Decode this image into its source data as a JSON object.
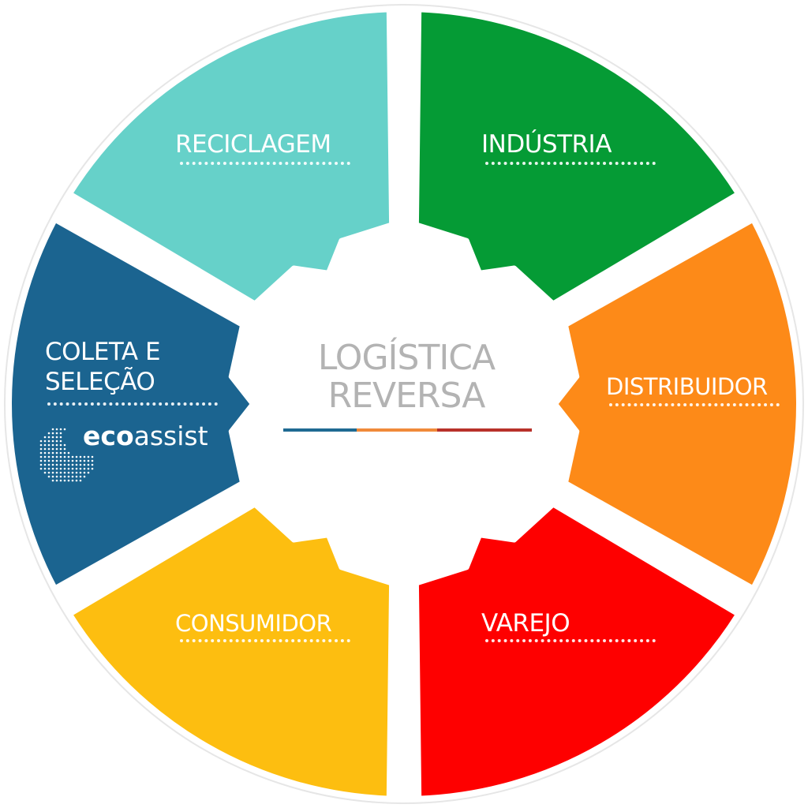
{
  "center": {
    "line1": "LOGÍSTICA",
    "line2": "REVERSA",
    "bar_colors": [
      "#1f6a92",
      "#f08a3a",
      "#b8312a"
    ]
  },
  "segments": [
    {
      "id": "reciclagem",
      "label": "RECICLAGEM",
      "color": "#66d1c9"
    },
    {
      "id": "industria",
      "label": "INDÚSTRIA",
      "color": "#059b35"
    },
    {
      "id": "distribuidor",
      "label": "DISTRIBUIDOR",
      "color": "#fd8a18"
    },
    {
      "id": "varejo",
      "label": "VAREJO",
      "color": "#fe0000"
    },
    {
      "id": "consumidor",
      "label": "CONSUMIDOR",
      "color": "#fdbe10"
    },
    {
      "id": "coleta",
      "label_line1": "COLETA E",
      "label_line2": "SELEÇÃO",
      "color": "#1b6490"
    }
  ],
  "logo": {
    "bold": "eco",
    "regular": "assist"
  }
}
